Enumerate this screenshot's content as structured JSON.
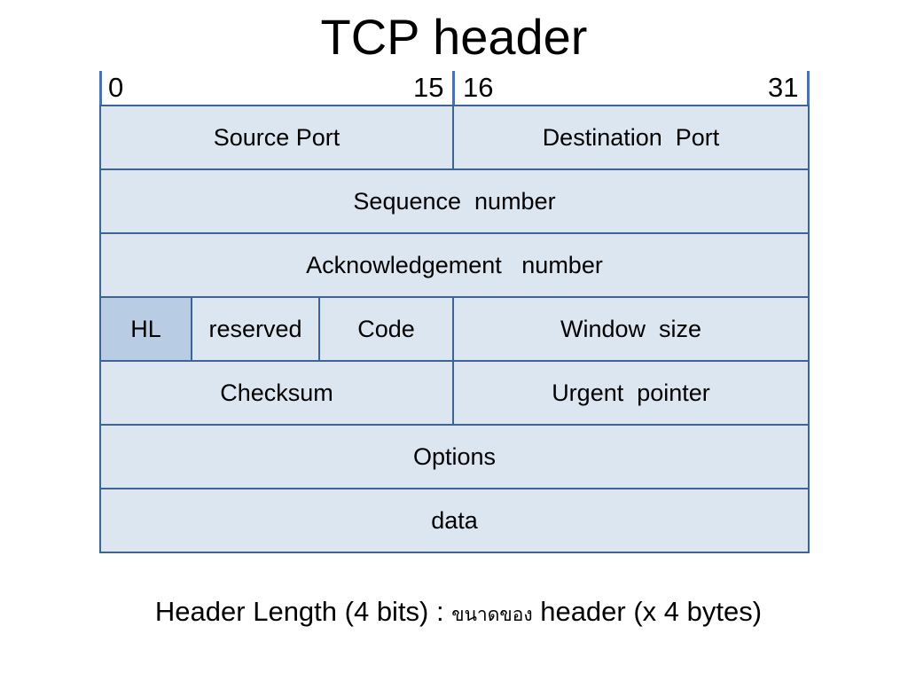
{
  "title": "TCP header",
  "bit_labels": {
    "bit_0": "0",
    "bit_15": "15",
    "bit_16": "16",
    "bit_31": "31"
  },
  "rows": {
    "row1": {
      "source_port": "Source Port",
      "destination_port": "Destination  Port"
    },
    "row2": {
      "sequence_number": "Sequence  number"
    },
    "row3": {
      "acknowledgement_number": "Acknowledgement   number"
    },
    "row4": {
      "hl": "HL",
      "reserved": "reserved",
      "code": "Code",
      "window_size": "Window  size"
    },
    "row5": {
      "checksum": "Checksum",
      "urgent_pointer": "Urgent  pointer"
    },
    "row6": {
      "options": "Options"
    },
    "row7": {
      "data": "data"
    }
  },
  "footnote": {
    "prefix": "Header Length (4 bits) : ",
    "thai": "ขนาดของ",
    "suffix": " header (x 4 bytes)"
  },
  "colors": {
    "cell_fill": "#dce6f1",
    "hl_fill": "#b8cce4",
    "border": "#3e6494"
  }
}
